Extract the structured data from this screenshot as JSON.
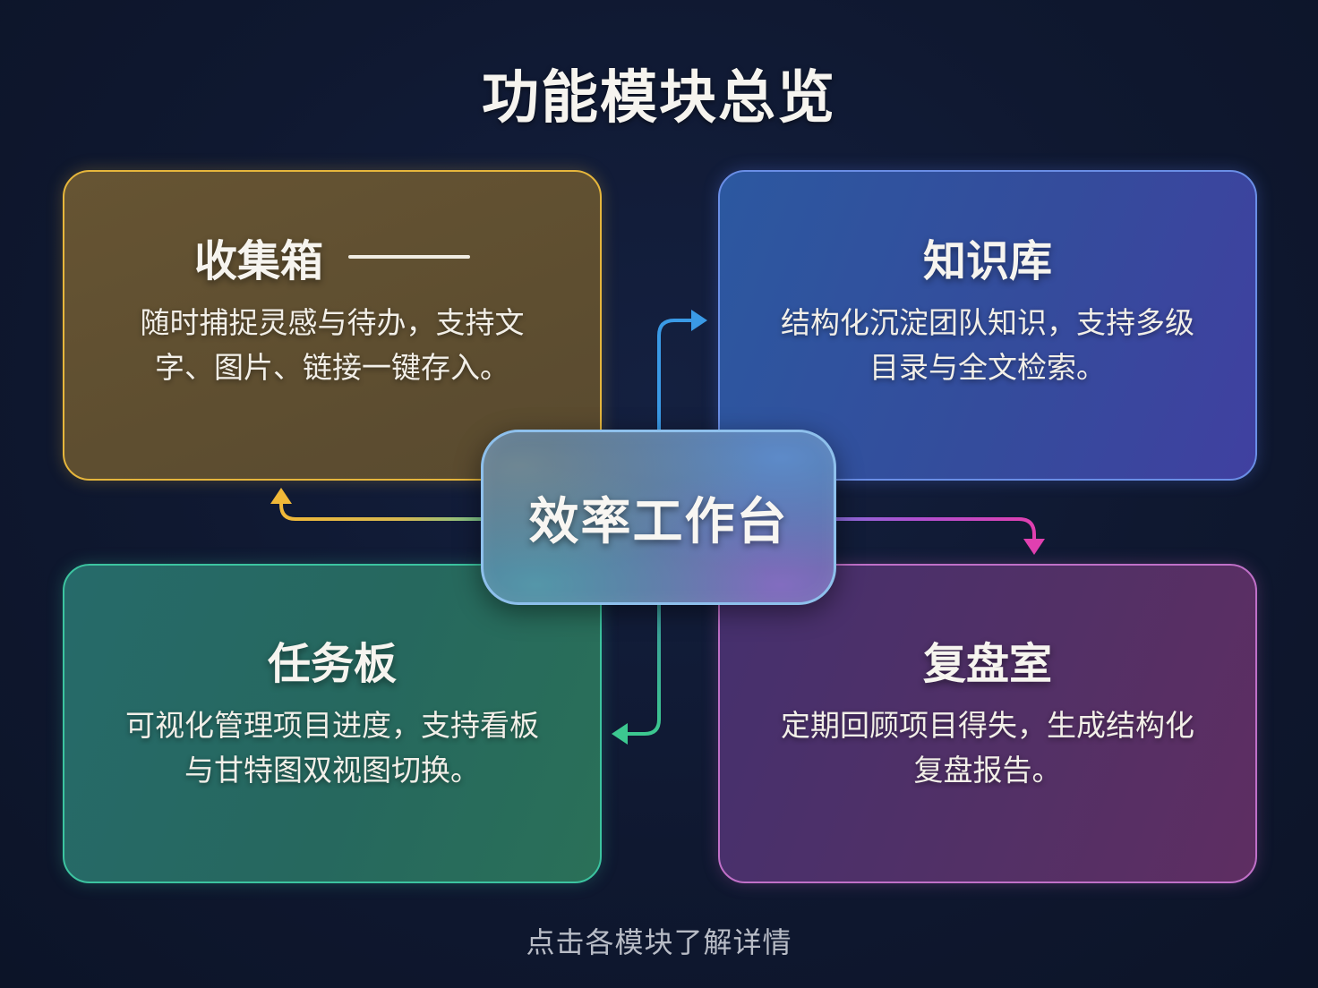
{
  "title": "功能模块总览",
  "hub": {
    "label": "效率工作台"
  },
  "modules": [
    {
      "id": "inbox",
      "title": "收集箱",
      "description": "随时捕捉灵感与待办，支持文字、图片、链接一键存入。",
      "accent": "#e6b63c"
    },
    {
      "id": "knowledge-base",
      "title": "知识库",
      "description": "结构化沉淀团队知识，支持多级目录与全文检索。",
      "accent": "#5aa0e8"
    },
    {
      "id": "task-board",
      "title": "任务板",
      "description": "可视化管理项目进度，支持看板与甘特图双视图切换。",
      "accent": "#3cc4a0"
    },
    {
      "id": "review-room",
      "title": "复盘室",
      "description": "定期回顾项目得失，生成结构化复盘报告。",
      "accent": "#d04cb8"
    }
  ],
  "footer": {
    "hint": "点击各模块了解详情"
  },
  "colors": {
    "background": "#0f1830",
    "inbox_border": "#e6b63c",
    "kb_border": "#6a8ee6",
    "tasks_border": "#3cc4a0",
    "review_border": "#c070c8"
  }
}
